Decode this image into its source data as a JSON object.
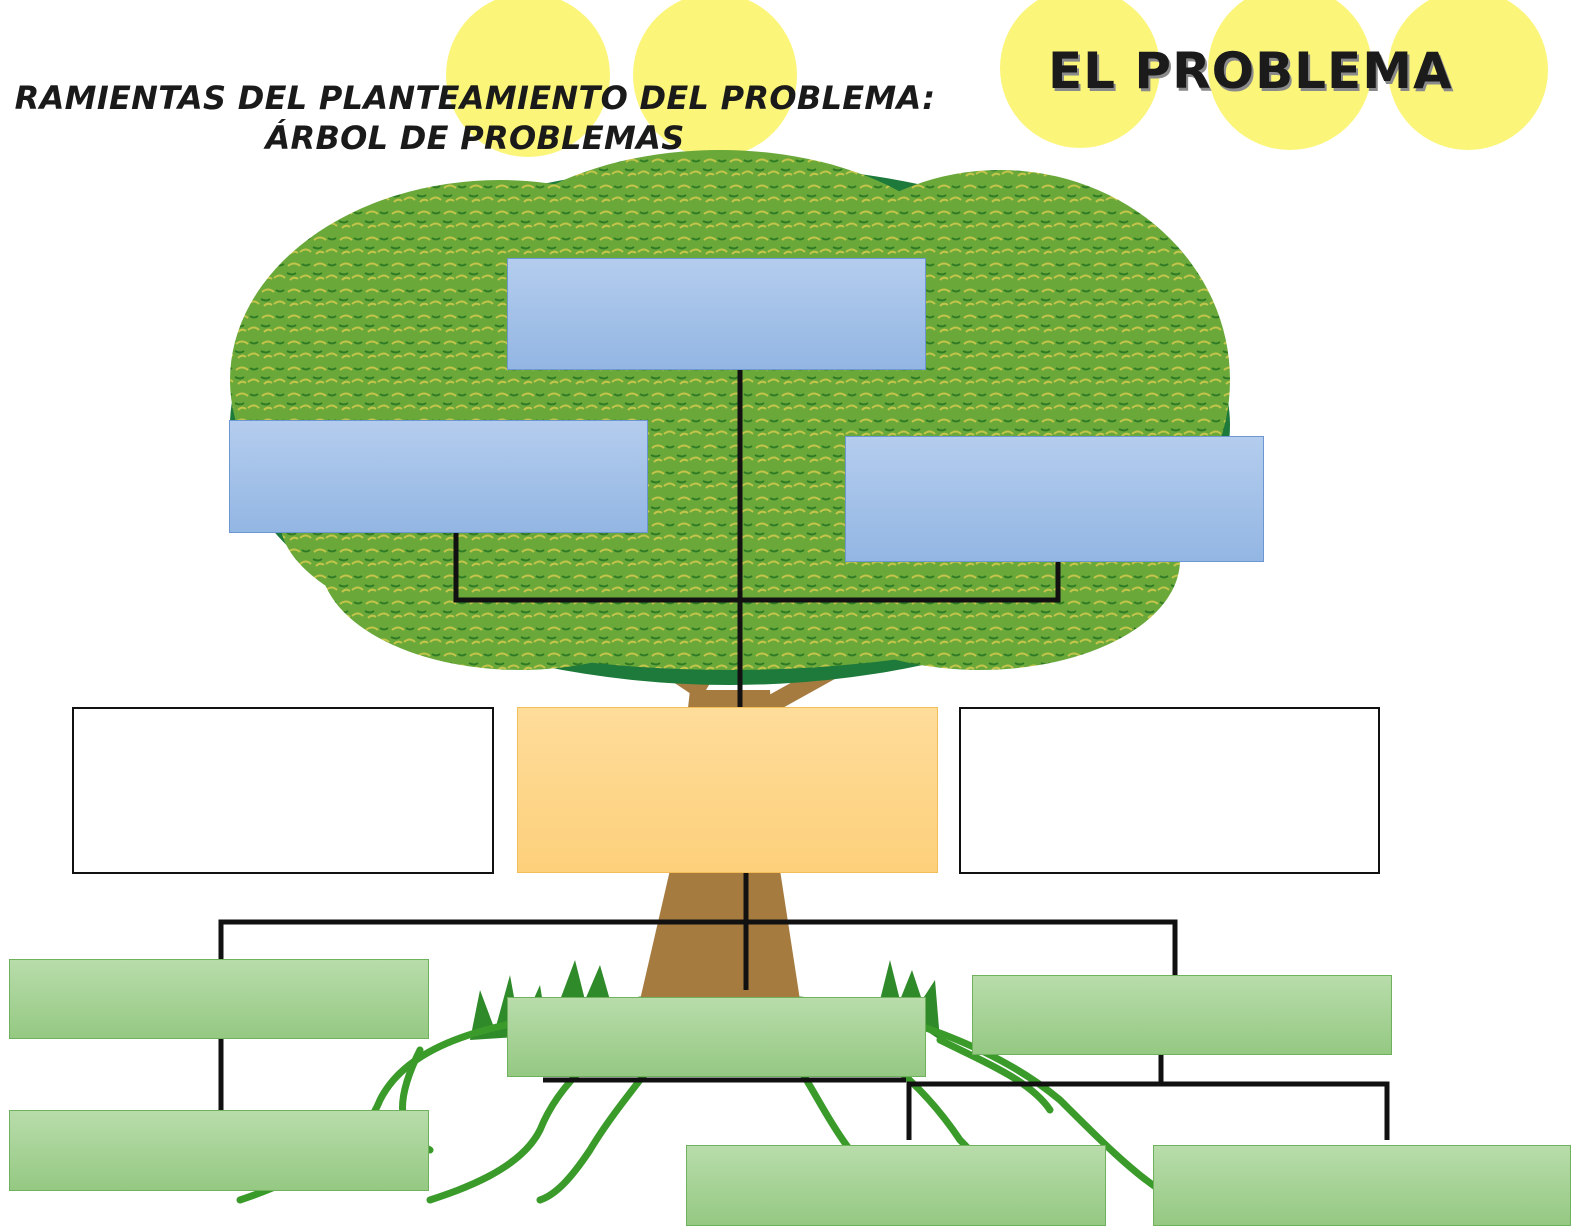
{
  "title": {
    "line1": "RAMIENTAS DEL PLANTEAMIENTO DEL PROBLEMA:",
    "line2": "ÁRBOL DE PROBLEMAS"
  },
  "brand": {
    "label": "EL PROBLEMA",
    "circle_color": "#fbf57a"
  },
  "colors": {
    "effect_box": "#a6c3ea",
    "problem_box": "#fdd68b",
    "cause_box": "#a9d399",
    "connector": "#111111",
    "foliage": "#5c9e2e",
    "trunk": "#a67b3f",
    "roots": "#3a9a2a"
  },
  "diagram": {
    "effects": [
      "",
      "",
      ""
    ],
    "central_problem": "",
    "side_boxes": [
      "",
      ""
    ],
    "causes": [
      "",
      "",
      "",
      "",
      "",
      ""
    ]
  }
}
